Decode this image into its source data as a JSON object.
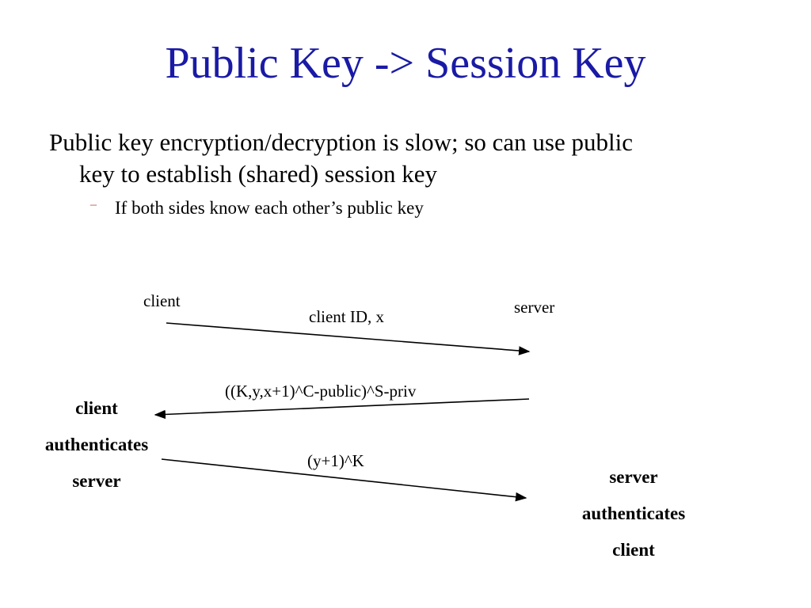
{
  "slide": {
    "title": "Public Key -> Session Key",
    "bullet_line1": "Public key encryption/decryption is slow; so can use public",
    "bullet_line2": "key to establish (shared) session key",
    "sub_bullet_marker": "–",
    "sub_bullet": "If both sides know each other’s public key"
  },
  "diagram": {
    "client_label": "client",
    "server_label": "server",
    "messages": [
      {
        "label": "client ID, x",
        "direction": "client-to-server"
      },
      {
        "label": "((K,y,x+1)^C-public)^S-priv",
        "direction": "server-to-client"
      },
      {
        "label": "(y+1)^K",
        "direction": "client-to-server"
      }
    ],
    "client_note": [
      "client",
      "authenticates",
      "server"
    ],
    "server_note": [
      "server",
      "authenticates",
      "client"
    ]
  }
}
